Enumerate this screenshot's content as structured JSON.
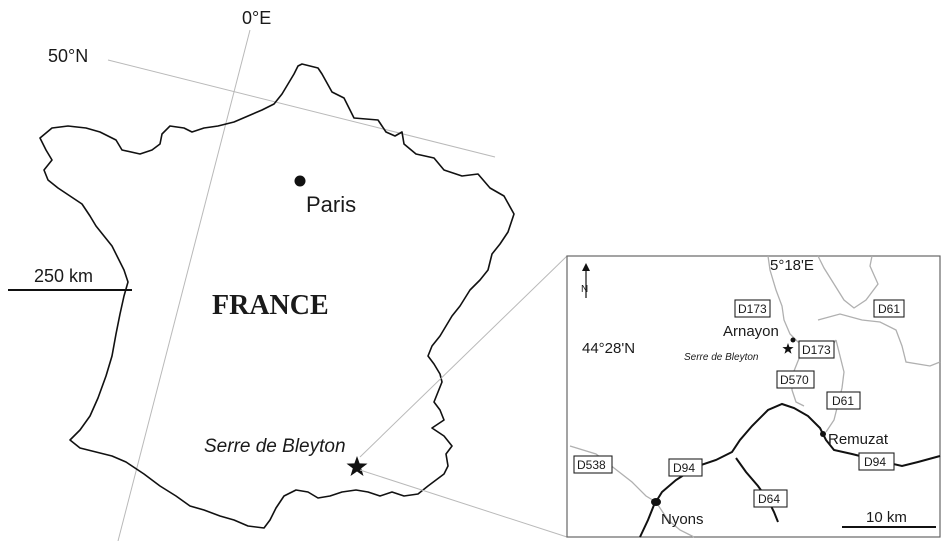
{
  "main_map": {
    "country": "FRANCE",
    "lon_label": "0°E",
    "lat_label": "50°N",
    "capital": "Paris",
    "site": "Serre de Bleyton",
    "scale_label": "250 km"
  },
  "inset": {
    "lon_label": "5°18'E",
    "lat_label": "44°28'N",
    "north_label": "N",
    "scale_label": "10 km",
    "towns": {
      "arnayon": "Arnayon",
      "remuzat": "Remuzat",
      "nyons": "Nyons"
    },
    "site": "Serre de Bleyton",
    "roads": [
      "D173",
      "D61",
      "D173",
      "D570",
      "D61",
      "D94",
      "D538",
      "D94",
      "D64"
    ]
  },
  "colors": {
    "ink": "#111111",
    "graticule": "#b9b9b9",
    "road": "#b0b0b0"
  }
}
